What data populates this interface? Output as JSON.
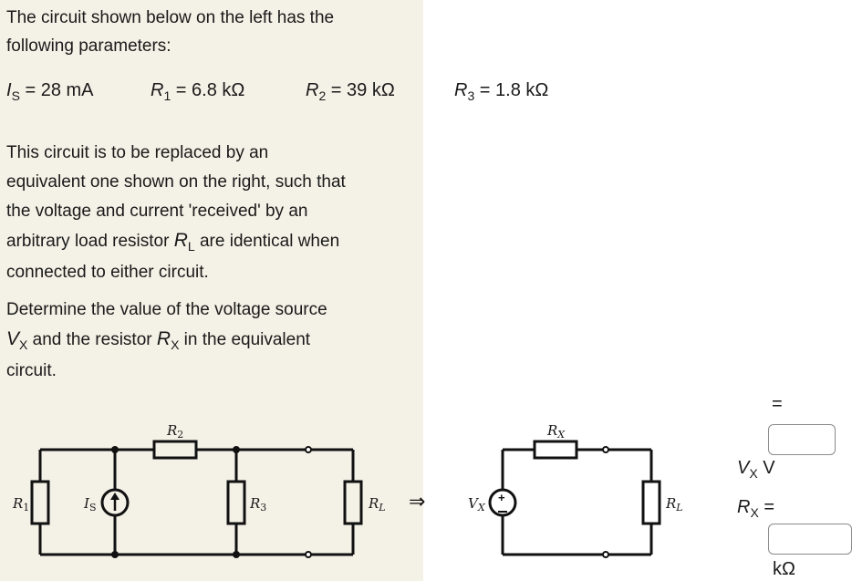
{
  "intro": {
    "line1": "The circuit shown below on the left has the",
    "line2": "following parameters:"
  },
  "parameters": [
    {
      "symbol": "I",
      "sub": "S",
      "eq": " = 28 mA"
    },
    {
      "symbol": "R",
      "sub": "1",
      "eq": " = 6.8 kΩ"
    },
    {
      "symbol": "R",
      "sub": "2",
      "eq": " = 39 kΩ"
    },
    {
      "symbol": "R",
      "sub": "3",
      "eq": " = 1.8 kΩ"
    }
  ],
  "description": {
    "line1": "This circuit is to be replaced by an",
    "line2": "equivalent one shown on the right, such that",
    "line3": "the voltage and current 'received' by an",
    "line4_pre": "arbitrary load resistor ",
    "line4_sym": "R",
    "line4_sub": "L",
    "line4_post": " are identical when",
    "line5": "connected to either circuit."
  },
  "task": {
    "line1": "Determine the value of the voltage source",
    "vx_sym": "V",
    "vx_sub": "X",
    "mid": " and the resistor ",
    "rx_sym": "R",
    "rx_sub": "X",
    "post": " in the equivalent",
    "line3": "circuit."
  },
  "circuit_left": {
    "labels": {
      "r1": "R",
      "r1_sub": "1",
      "r2": "R",
      "r2_sub": "2",
      "r3": "R",
      "r3_sub": "3",
      "rl": "R",
      "rl_sub": "L",
      "is": "I",
      "is_sub": "S"
    }
  },
  "arrow": "⇒",
  "circuit_right": {
    "labels": {
      "rx": "R",
      "rx_sub": "X",
      "vx": "V",
      "vx_sub": "X",
      "rl": "R",
      "rl_sub": "L",
      "plus": "+",
      "minus": "−"
    }
  },
  "answers": {
    "vx": {
      "eq": "=",
      "sym": "V",
      "sub": "X",
      "unit": "V",
      "value": ""
    },
    "rx": {
      "eq": "=",
      "sym": "R",
      "sub": "X",
      "unit": "kΩ",
      "value": ""
    }
  }
}
